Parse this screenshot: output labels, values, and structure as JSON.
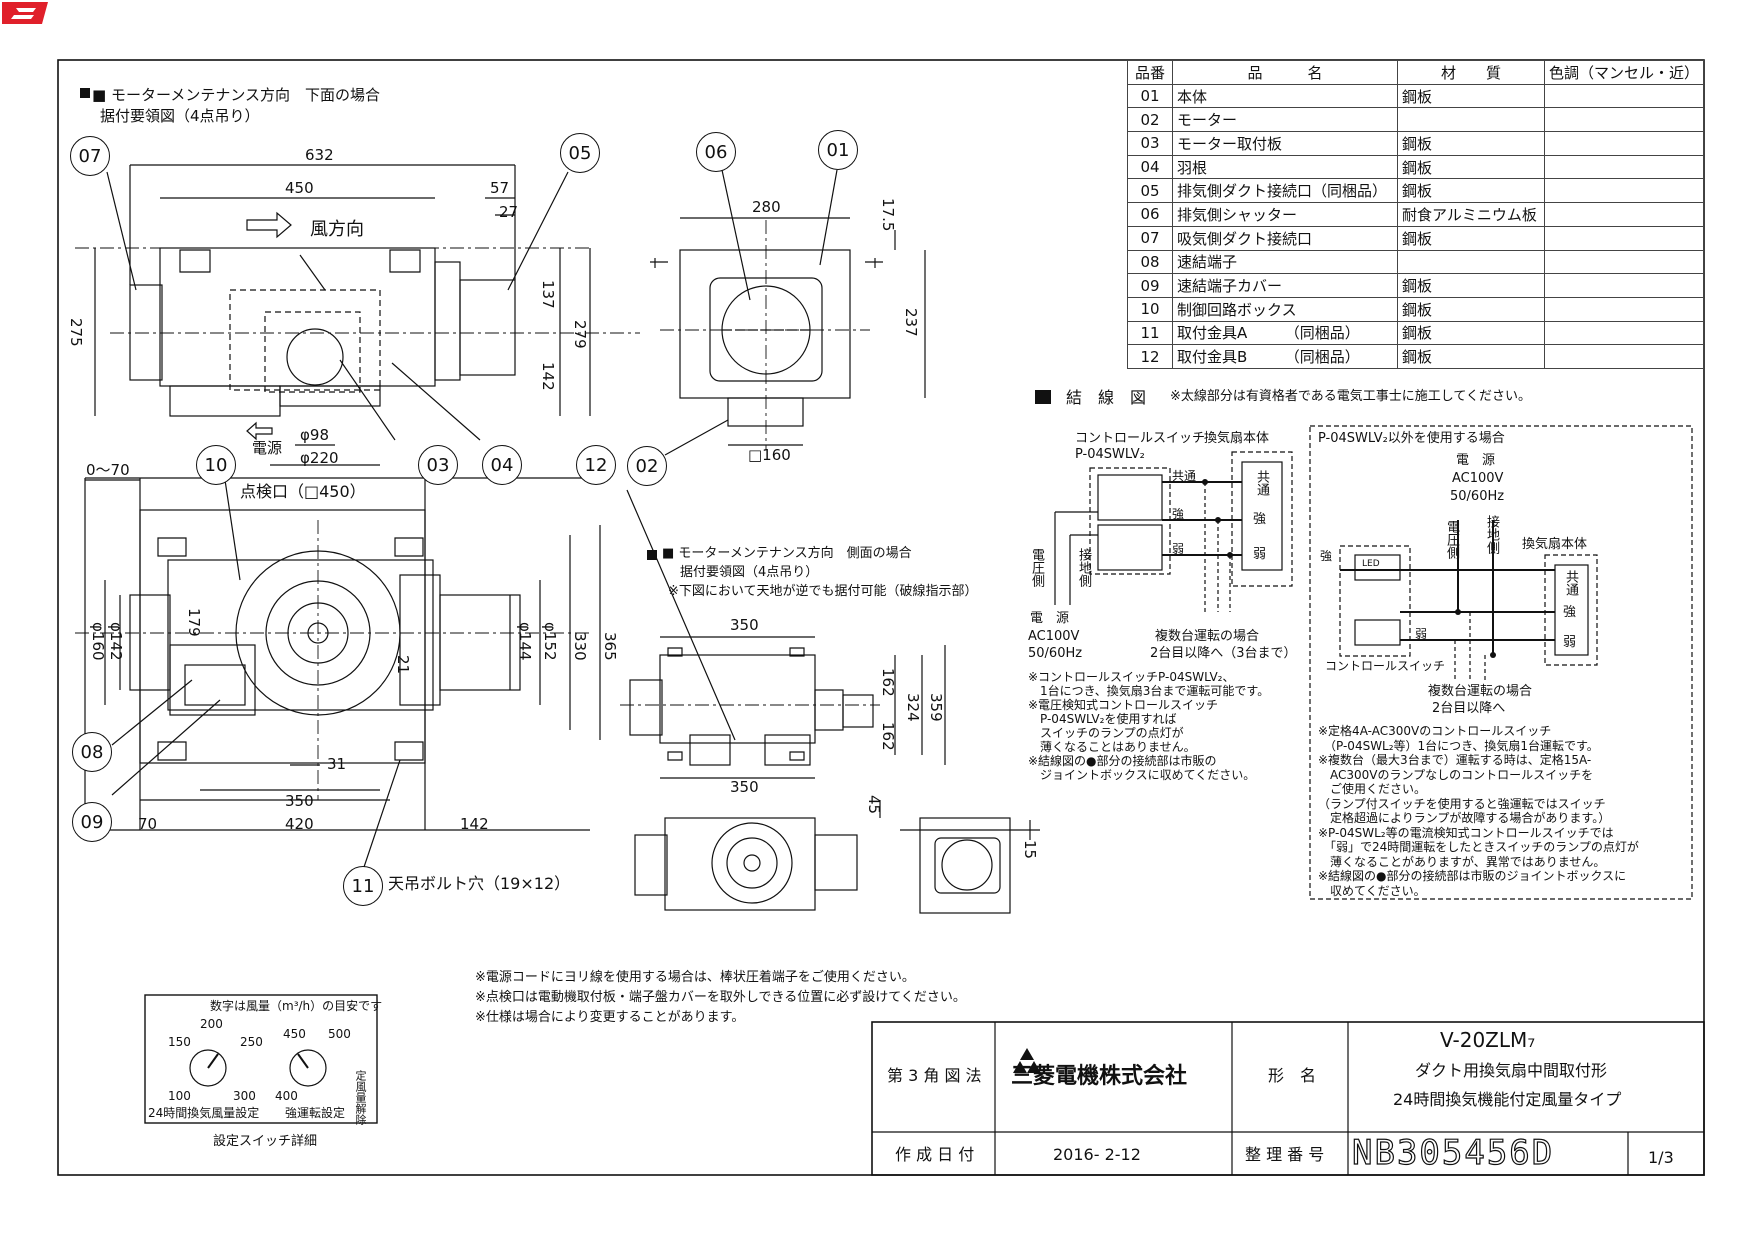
{
  "drawing": {
    "view_bottom": {
      "heading": "■ モーターメンテナンス方向　下面の場合",
      "subheading": "据付要領図（4点吊り）",
      "wind_label": "風方向",
      "power_label": "電源",
      "dims": [
        "632",
        "450",
        "57",
        "27",
        "275",
        "137",
        "142",
        "279",
        "φ98",
        "φ220"
      ]
    },
    "view_front": {
      "dims": [
        "280",
        "17.5",
        "237",
        "□160"
      ]
    },
    "view_plan": {
      "label_0_70": "0～70",
      "inspection": "点検口（□450）",
      "dims": [
        "φ160",
        "φ142",
        "179",
        "21",
        "φ144",
        "φ152",
        "330",
        "365",
        "31",
        "350",
        "420",
        "70",
        "142"
      ],
      "bolt_hole": "天吊ボルト穴（19×12）"
    },
    "view_side": {
      "heading": "■ モーターメンテナンス方向　側面の場合",
      "subheading": "据付要領図（4点吊り）",
      "note": "※下図において天地が逆でも据付可能（破線指示部）",
      "dims": [
        "350",
        "162",
        "162",
        "324",
        "359",
        "350",
        "45",
        "15"
      ]
    },
    "bubbles": [
      "07",
      "05",
      "06",
      "01",
      "03",
      "04",
      "02",
      "10",
      "12",
      "08",
      "09",
      "11"
    ]
  },
  "parts_table": {
    "headers": [
      "品番",
      "品　　　名",
      "材　　質",
      "色調（マンセル・近）"
    ],
    "rows": [
      {
        "no": "01",
        "name": "本体",
        "material": "鋼板",
        "color": ""
      },
      {
        "no": "02",
        "name": "モーター",
        "material": "",
        "color": ""
      },
      {
        "no": "03",
        "name": "モーター取付板",
        "material": "鋼板",
        "color": ""
      },
      {
        "no": "04",
        "name": "羽根",
        "material": "鋼板",
        "color": ""
      },
      {
        "no": "05",
        "name": "排気側ダクト接続口（同梱品）",
        "material": "鋼板",
        "color": ""
      },
      {
        "no": "06",
        "name": "排気側シャッター",
        "material": "耐食アルミニウム板",
        "color": ""
      },
      {
        "no": "07",
        "name": "吸気側ダクト接続口",
        "material": "鋼板",
        "color": ""
      },
      {
        "no": "08",
        "name": "速結端子",
        "material": "",
        "color": ""
      },
      {
        "no": "09",
        "name": "速結端子カバー",
        "material": "鋼板",
        "color": ""
      },
      {
        "no": "10",
        "name": "制御回路ボックス",
        "material": "鋼板",
        "color": ""
      },
      {
        "no": "11",
        "name": "取付金具A　　　（同梱品）",
        "material": "鋼板",
        "color": ""
      },
      {
        "no": "12",
        "name": "取付金具B　　　（同梱品）",
        "material": "鋼板",
        "color": ""
      }
    ]
  },
  "wiring": {
    "heading": "結　線　図",
    "heading_note": "※太線部分は有資格者である電気工事士に施工してください。",
    "left": {
      "switch_label": "コントロールスイッチ",
      "switch_model": "P-04SWLV₂",
      "unit_label": "換気扇本体",
      "terminals": [
        "共通",
        "強",
        "弱"
      ],
      "line_labels": [
        "共通",
        "強",
        "弱"
      ],
      "side_voltage": "電圧側",
      "side_ground": "接地側",
      "power": "電　源",
      "power_spec": "AC100V",
      "freq": "50/60Hz",
      "multi": "複数台運転の場合",
      "multi2": "2台目以降へ（3台まで）",
      "notes": [
        "※コントロールスイッチP-04SWLV₂、",
        "　1台につき、換気扇3台まで運転可能です。",
        "※電圧検知式コントロールスイッチ",
        "　P-04SWLV₂を使用すれば",
        "　スイッチのランプの点灯が",
        "　薄くなることはありません。",
        "※結線図の●部分の接続部は市販の",
        "　ジョイントボックスに収めてください。"
      ]
    },
    "right": {
      "heading": "P-04SWLV₂以外を使用する場合",
      "power": "電　源",
      "power_spec": "AC100V",
      "freq": "50/60Hz",
      "side_voltage": "電圧側",
      "side_ground": "接地側",
      "unit_label": "換気扇本体",
      "terminals": [
        "共通",
        "強",
        "弱"
      ],
      "strong": "強",
      "weak": "弱",
      "led": "LED",
      "switch_label": "コントロールスイッチ",
      "multi": "複数台運転の場合",
      "multi2": "2台目以降へ",
      "notes": [
        "※定格4A-AC300Vのコントロールスイッチ",
        "　（P-04SWL₂等）1台につき、換気扇1台運転です。",
        "※複数台（最大3台まで）運転する時は、定格15A-",
        "　AC300Vのランプなしのコントロールスイッチを",
        "　ご使用ください。",
        "（ランプ付スイッチを使用すると強運転ではスイッチ",
        "　定格超過によりランプが故障する場合があります。）",
        "※P-04SWL₂等の電流検知式コントロールスイッチでは",
        "　「弱」で24時間運転をしたときスイッチのランプの点灯が",
        "　薄くなることがありますが、異常ではありません。",
        "※結線図の●部分の接続部は市販のジョイントボックスに",
        "　収めてください。"
      ]
    }
  },
  "general_notes": [
    "※電源コードにヨリ線を使用する場合は、棒状圧着端子をご使用ください。",
    "※点検口は電動機取付板・端子盤カバーを取外しできる位置に必ず設けてください。",
    "※仕様は場合により変更することがあります。"
  ],
  "switch_detail": {
    "header": "数字は風量（m³/h）の目安です",
    "dial1": {
      "ticks": [
        "150",
        "200",
        "250",
        "100",
        "300"
      ],
      "label": "24時間換気風量設定"
    },
    "dial2": {
      "ticks": [
        "450",
        "500",
        "400"
      ],
      "extra": "定風量解除",
      "label": "強運転設定"
    },
    "caption": "設定スイッチ詳細"
  },
  "title_block": {
    "projection": "第 3 角 図 法",
    "company": "三菱電機株式会社",
    "name_label": "形　名",
    "model": "V-20ZLM₇",
    "desc1": "ダクト用換気扇中間取付形",
    "desc2": "24時間換気機能付定風量タイプ",
    "date_label": "作 成 日 付",
    "date": "2016- 2-12",
    "ref_label": "整 理 番 号",
    "ref": "NB305456D",
    "page": "1/3"
  },
  "colors": {
    "ink": "#111111",
    "corner_mark": "#e0202a"
  }
}
